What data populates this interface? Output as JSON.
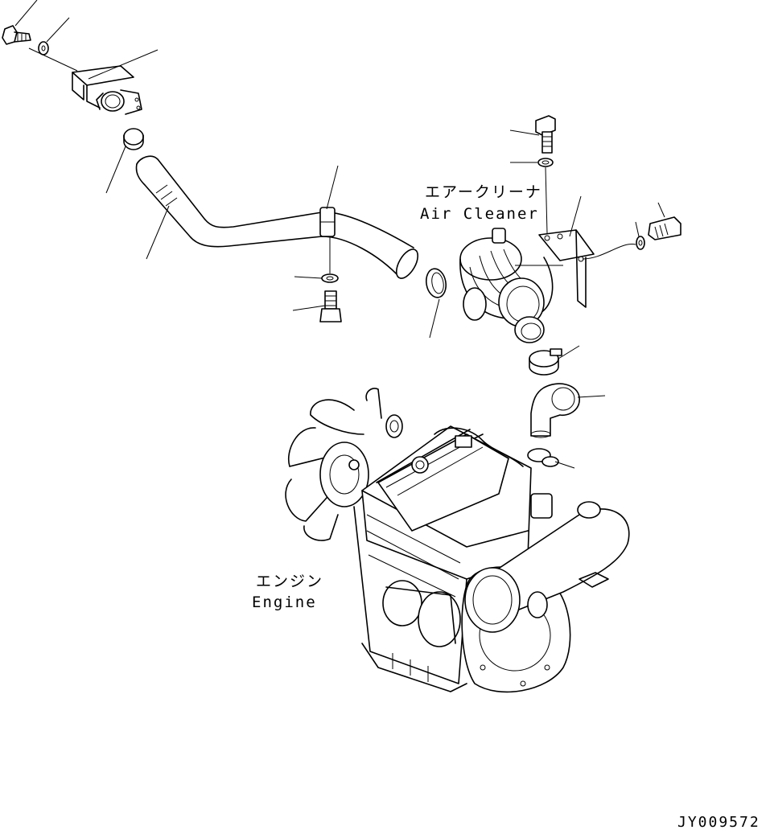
{
  "labels": {
    "air_cleaner_jp": "エアークリーナ",
    "air_cleaner_en": "Air Cleaner",
    "engine_jp": "エンジン",
    "engine_en": "Engine",
    "drawing_code": "JY009572"
  },
  "colors": {
    "line": "#000000",
    "background": "#ffffff"
  }
}
